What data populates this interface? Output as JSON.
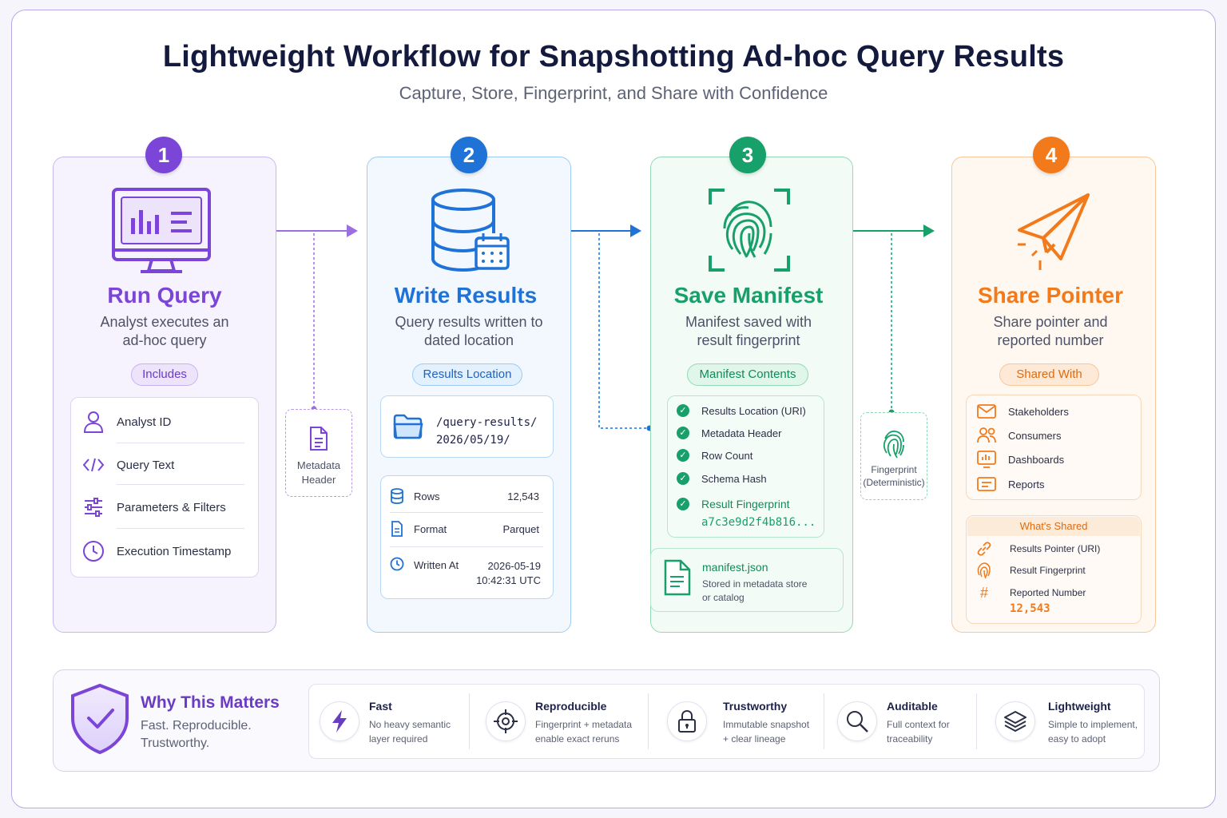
{
  "title": "Lightweight Workflow for Snapshotting Ad-hoc Query Results",
  "subtitle": "Capture, Store, Fingerprint, and Share with Confidence",
  "steps": [
    {
      "number": "1",
      "title": "Run Query",
      "desc_line1": "Analyst executes an",
      "desc_line2": "ad-hoc query",
      "pill": "Includes",
      "items": [
        "Analyst ID",
        "Query Text",
        "Parameters & Filters",
        "Execution Timestamp"
      ],
      "color": "#7b45d8"
    },
    {
      "number": "2",
      "title": "Write Results",
      "desc_line1": "Query results written to",
      "desc_line2": "dated location",
      "pill": "Results Location",
      "path_line1": "/query-results/",
      "path_line2": "2026/05/19/",
      "stats": [
        {
          "label": "Rows",
          "value": "12,543"
        },
        {
          "label": "Format",
          "value": "Parquet"
        },
        {
          "label": "Written At",
          "value_line1": "2026-05-19",
          "value_line2": "10:42:31 UTC"
        }
      ],
      "color": "#1f72d6"
    },
    {
      "number": "3",
      "title": "Save Manifest",
      "desc_line1": "Manifest saved with",
      "desc_line2": "result fingerprint",
      "pill": "Manifest Contents",
      "items": [
        "Results Location (URI)",
        "Metadata Header",
        "Row Count",
        "Schema Hash",
        "Result Fingerprint"
      ],
      "fingerprint_value": "a7c3e9d2f4b816...",
      "file_name": "manifest.json",
      "file_desc_line1": "Stored in metadata store",
      "file_desc_line2": "or catalog",
      "color": "#18a06a"
    },
    {
      "number": "4",
      "title": "Share Pointer",
      "desc_line1": "Share pointer and",
      "desc_line2": "reported number",
      "pill": "Shared With",
      "items": [
        "Stakeholders",
        "Consumers",
        "Dashboards",
        "Reports"
      ],
      "shared_header": "What's Shared",
      "shared_items": [
        "Results Pointer (URI)",
        "Result Fingerprint",
        "Reported Number"
      ],
      "reported_value": "12,543",
      "color": "#f27a1a"
    }
  ],
  "side_notes": {
    "metadata_line1": "Metadata",
    "metadata_line2": "Header",
    "fingerprint_line1": "Fingerprint",
    "fingerprint_line2": "(Deterministic)"
  },
  "why": {
    "title": "Why This Matters",
    "line1": "Fast. Reproducible.",
    "line2": "Trustworthy."
  },
  "features": [
    {
      "title": "Fast",
      "line1": "No heavy semantic",
      "line2": "layer required",
      "icon": "lightning-icon"
    },
    {
      "title": "Reproducible",
      "line1": "Fingerprint + metadata",
      "line2": "enable exact reruns",
      "icon": "target-icon"
    },
    {
      "title": "Trustworthy",
      "line1": "Immutable snapshot",
      "line2": "+ clear lineage",
      "icon": "lock-icon"
    },
    {
      "title": "Auditable",
      "line1": "Full context for",
      "line2": "traceability",
      "icon": "magnifier-icon"
    },
    {
      "title": "Lightweight",
      "line1": "Simple to implement,",
      "line2": "easy to adopt",
      "icon": "layers-icon"
    }
  ]
}
